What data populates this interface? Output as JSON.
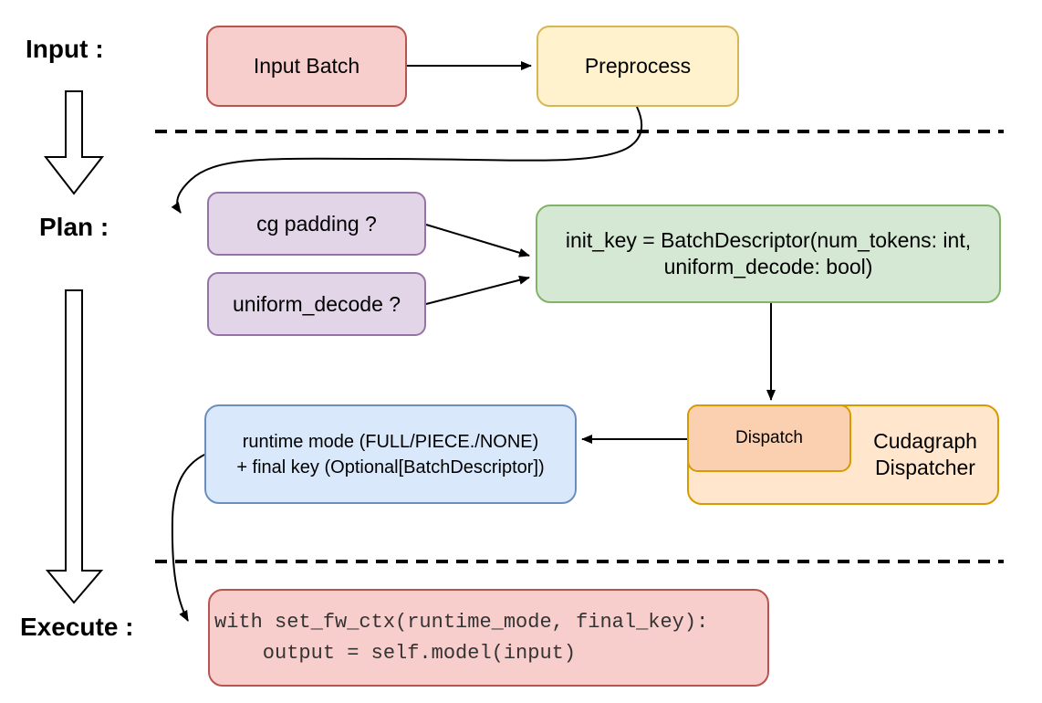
{
  "diagram": {
    "stage_labels": {
      "input": "Input :",
      "plan": "Plan :",
      "execute": "Execute :"
    },
    "nodes": {
      "input_batch": {
        "label": "Input Batch"
      },
      "preprocess": {
        "label": "Preprocess"
      },
      "cg_padding": {
        "label": "cg padding ?"
      },
      "uniform_decode": {
        "label": "uniform_decode ?"
      },
      "init_key": {
        "line1": "init_key = BatchDescriptor(num_tokens: int,",
        "line2": "uniform_decode: bool)"
      },
      "dispatch": {
        "label": "Dispatch"
      },
      "cudagraph_dispatcher": {
        "line1": "Cudagraph",
        "line2": "Dispatcher"
      },
      "runtime_mode": {
        "line1": "runtime mode (FULL/PIECE./NONE)",
        "line2": "+ final key (Optional[BatchDescriptor])"
      },
      "execute_code": {
        "line1": "with set_fw_ctx(runtime_mode, final_key):",
        "line2": "    output = self.model(input)"
      }
    },
    "colors": {
      "pink_fill": "#F8CECC",
      "pink_stroke": "#B85450",
      "yellow_fill": "#FFF2CC",
      "yellow_stroke": "#D6B656",
      "purple_fill": "#E1D5E7",
      "purple_stroke": "#9673A6",
      "green_fill": "#D5E8D4",
      "green_stroke": "#82B366",
      "blue_fill": "#DAE8FC",
      "blue_stroke": "#6C8EBF",
      "orange_fill": "#FFE6CC",
      "orange_stroke": "#D79B00",
      "peach_fill": "#FAD0B0",
      "line": "#000000"
    }
  }
}
